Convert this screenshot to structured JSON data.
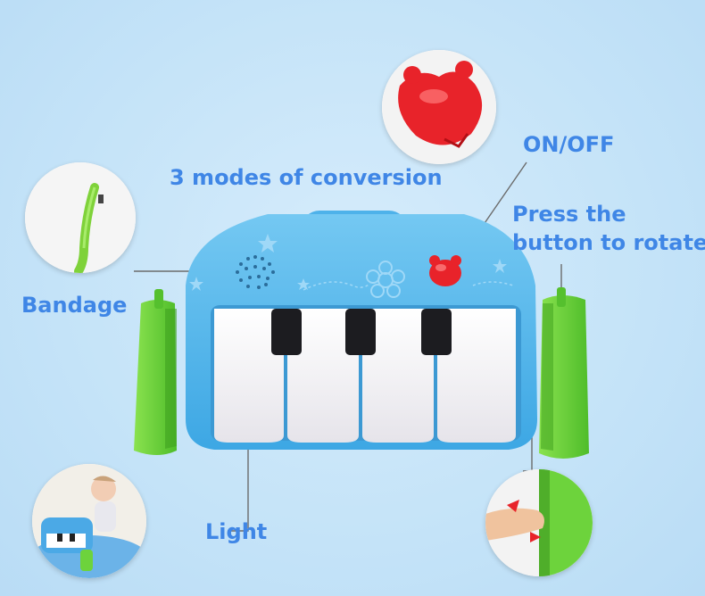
{
  "labels": {
    "modes": "3 modes of conversion",
    "onoff": "ON/OFF",
    "press1": "Press the",
    "press2": "button to rotate",
    "bandage": "Bandage",
    "light": "Light"
  },
  "colors": {
    "label": "#3f86e6",
    "panel": "#5ab8ec",
    "keys_white": "#f7f6f9",
    "keys_black": "#1c1c20",
    "side_green": "#6dd33c",
    "button_red": "#e8232a"
  }
}
